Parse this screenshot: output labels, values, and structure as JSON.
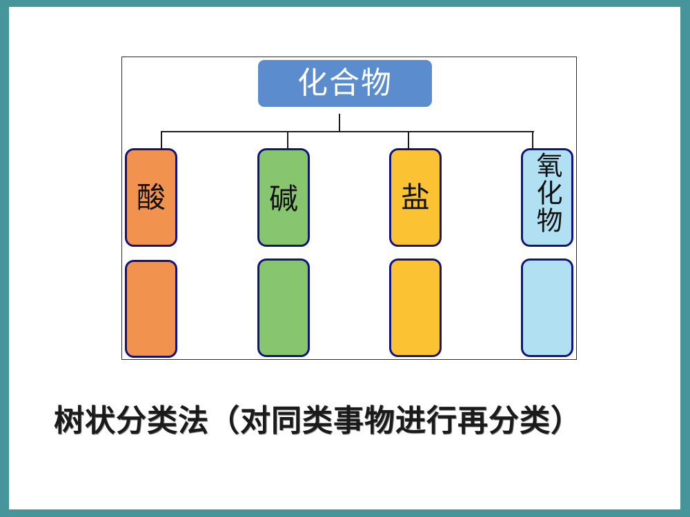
{
  "slide": {
    "frame_color": "#45959b",
    "background": "#ffffff"
  },
  "diagram": {
    "root": {
      "label": "化合物",
      "color": "#5b8ccd"
    },
    "children": [
      {
        "label": "酸",
        "color": "#f1924f",
        "sub_color": "#f1924f"
      },
      {
        "label": "碱",
        "color": "#88c56f",
        "sub_color": "#88c56f"
      },
      {
        "label": "盐",
        "color": "#fbc334",
        "sub_color": "#fbc334"
      },
      {
        "label": "氧化物",
        "color": "#b0e0f2",
        "sub_color": "#b0e0f2"
      }
    ],
    "border_color": "#12127f"
  },
  "caption": "树状分类法（对同类事物进行再分类）"
}
